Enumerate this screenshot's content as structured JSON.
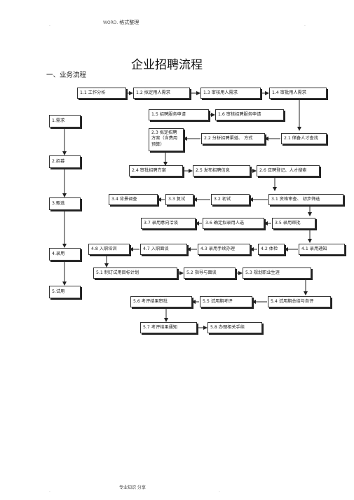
{
  "header": {
    "prefix": "WORD.",
    "label": "格式整理"
  },
  "dots": {
    "left": ".",
    "right": "."
  },
  "title": "企业招聘流程",
  "section": "一、业务流程",
  "stages": [
    {
      "id": "s1",
      "label": "1.需求"
    },
    {
      "id": "s2",
      "label": "2.招募"
    },
    {
      "id": "s3",
      "label": "3.甄选"
    },
    {
      "id": "s4",
      "label": "4.录用"
    },
    {
      "id": "s5",
      "label": "5.试用"
    }
  ],
  "steps": {
    "b11": "1.1 工作分析",
    "b12": "1.2 拟定用人需求",
    "b13": "1.3 审核用人需求",
    "b14": "1.4 审批用人需求",
    "b15": "1.5 招聘服务申请",
    "b16": "1.6 审核招聘服务申请",
    "b23": "2.3 拟定招聘方案（含费用预算）",
    "b22": "2.2 分析招聘渠道、 方式",
    "b21": "2.1 储备人才查找",
    "b24": "2.4 审批招聘方案",
    "b25": "2.5 发布招聘信息",
    "b26": "2.6 应聘登记、人才搜索",
    "b34": "3.4 背景调查",
    "b33": "3.3 复试",
    "b32": "3.2 初试",
    "b31": "3.1 资格审查、 初步筛选",
    "b37": "3.7 录用意向洽谈",
    "b36": "3.6 确定拟录用人选",
    "b35": "3.5 录用审批",
    "b48": "4.8 入职培训",
    "b47": "4.7 入职面谈",
    "b43": "4.3 录用手续办理",
    "b42": "4.2 体检",
    "b41": "4.1 录用通知",
    "b51": "5.1 制订试用目标计划",
    "b52": "5.2 指导与面谈",
    "b53": "5.3 规划职业生涯",
    "b56": "5.6 考评结果审批",
    "b55": "5.5 试用期考评",
    "b54": "5.4 试用期总结与自评",
    "b57": "5.7 考评结果通知",
    "b58": "5.8 办理相关手续"
  },
  "footer": "专业知识 分享"
}
